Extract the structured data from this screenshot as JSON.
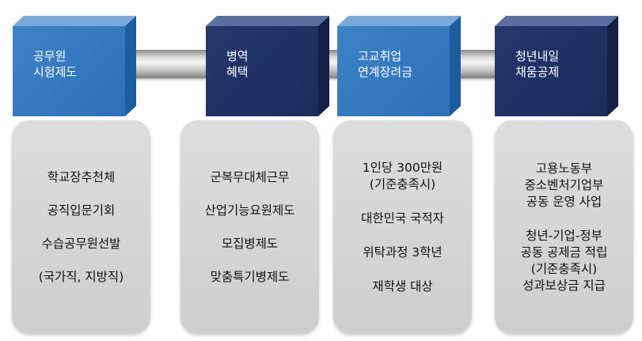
{
  "columns": [
    {
      "title": "공무원\n시험제도",
      "items": [
        "학교장추천체",
        "공직입문기회",
        "수습공무원선발",
        "(국가직, 지방직)"
      ]
    },
    {
      "title": "병역\n혜택",
      "items": [
        "군복무대체근무",
        "산업기능요원제도",
        "모집병제도",
        "맞춤특기병제도"
      ]
    },
    {
      "title": "고교취업\n연계장려금",
      "items": [
        "1인당 300만원",
        "(기준충족시)",
        "대한민국 국적자",
        "위탁과정 3학년",
        "재학생 대상"
      ]
    },
    {
      "title": "청년내일\n채움공제",
      "items": [
        "고용노동부",
        "중소벤처기업부",
        "공동 운영 사업",
        "청년-기업-정부",
        "공동 공제금 적립",
        "(기준충족시)",
        "성과보상금 지급"
      ]
    }
  ],
  "colors": {
    "light_box": "#2f74bc",
    "dark_box": "#1f2f60",
    "card": "#d6d6d6",
    "connector": "#c9c9c9"
  }
}
